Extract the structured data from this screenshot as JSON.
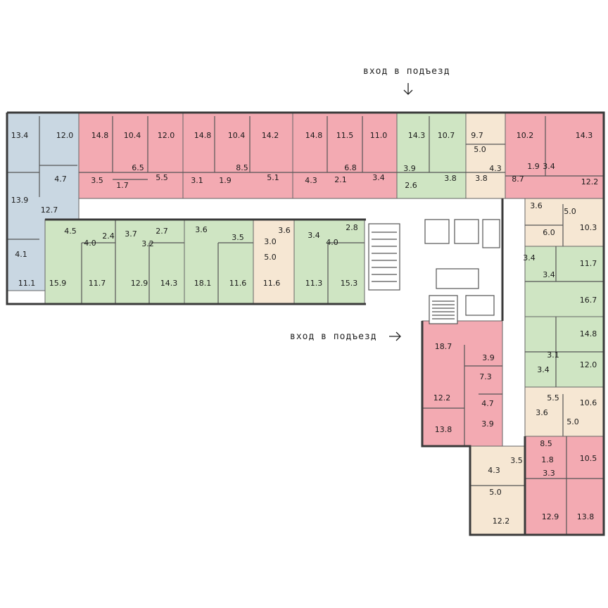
{
  "entrances": [
    {
      "text": "вход в подъезд",
      "arrow": "down"
    },
    {
      "text": "вход в подъезд",
      "arrow": "right"
    }
  ],
  "colors": {
    "red": "#f3aab2",
    "green": "#cfe5c3",
    "blue": "#c9d7e2",
    "beige": "#f6e7d3",
    "wall": "#3a3a3a",
    "corridor": "#ffffff"
  },
  "apartments": [
    {
      "id": "a1",
      "color": "blue"
    },
    {
      "id": "a2",
      "color": "red"
    },
    {
      "id": "a3",
      "color": "red"
    },
    {
      "id": "a4",
      "color": "red"
    },
    {
      "id": "a5",
      "color": "green"
    },
    {
      "id": "a6",
      "color": "beige"
    },
    {
      "id": "a7",
      "color": "red"
    },
    {
      "id": "a8",
      "color": "green"
    },
    {
      "id": "a9",
      "color": "green"
    },
    {
      "id": "a10",
      "color": "green"
    },
    {
      "id": "a11",
      "color": "beige"
    },
    {
      "id": "a12",
      "color": "green"
    },
    {
      "id": "a13",
      "color": "beige"
    },
    {
      "id": "a14",
      "color": "green"
    },
    {
      "id": "a15",
      "color": "green"
    },
    {
      "id": "a16",
      "color": "beige"
    },
    {
      "id": "a17",
      "color": "red"
    },
    {
      "id": "a18",
      "color": "red"
    },
    {
      "id": "a19",
      "color": "beige"
    }
  ],
  "room_labels": [
    "13.4",
    "12.0",
    "4.7",
    "13.9",
    "12.7",
    "4.1",
    "11.1",
    "14.8",
    "10.4",
    "12.0",
    "6.5",
    "3.5",
    "1.7",
    "5.5",
    "14.8",
    "10.4",
    "14.2",
    "8.5",
    "3.1",
    "1.9",
    "5.1",
    "14.8",
    "11.5",
    "11.0",
    "6.8",
    "4.3",
    "2.1",
    "3.4",
    "14.3",
    "10.7",
    "3.9",
    "2.6",
    "3.8",
    "9.7",
    "5.0",
    "4.3",
    "3.8",
    "10.2",
    "14.3",
    "8.7",
    "1.9",
    "3.4",
    "12.2",
    "4.5",
    "4.0",
    "2.4",
    "15.9",
    "11.7",
    "3.7",
    "2.7",
    "3.2",
    "12.9",
    "14.3",
    "3.6",
    "3.5",
    "18.1",
    "11.6",
    "3.6",
    "3.0",
    "5.0",
    "11.6",
    "2.8",
    "3.4",
    "4.0",
    "11.3",
    "15.3",
    "3.6",
    "5.0",
    "6.0",
    "10.3",
    "3.4",
    "11.7",
    "3.4",
    "16.7",
    "14.8",
    "3.1",
    "12.0",
    "3.4",
    "5.5",
    "10.6",
    "3.6",
    "5.0",
    "18.7",
    "3.9",
    "7.3",
    "12.2",
    "4.7",
    "13.8",
    "3.9",
    "8.5",
    "10.5",
    "1.8",
    "3.3",
    "12.9",
    "13.8",
    "4.3",
    "3.5",
    "5.0",
    "12.2"
  ]
}
